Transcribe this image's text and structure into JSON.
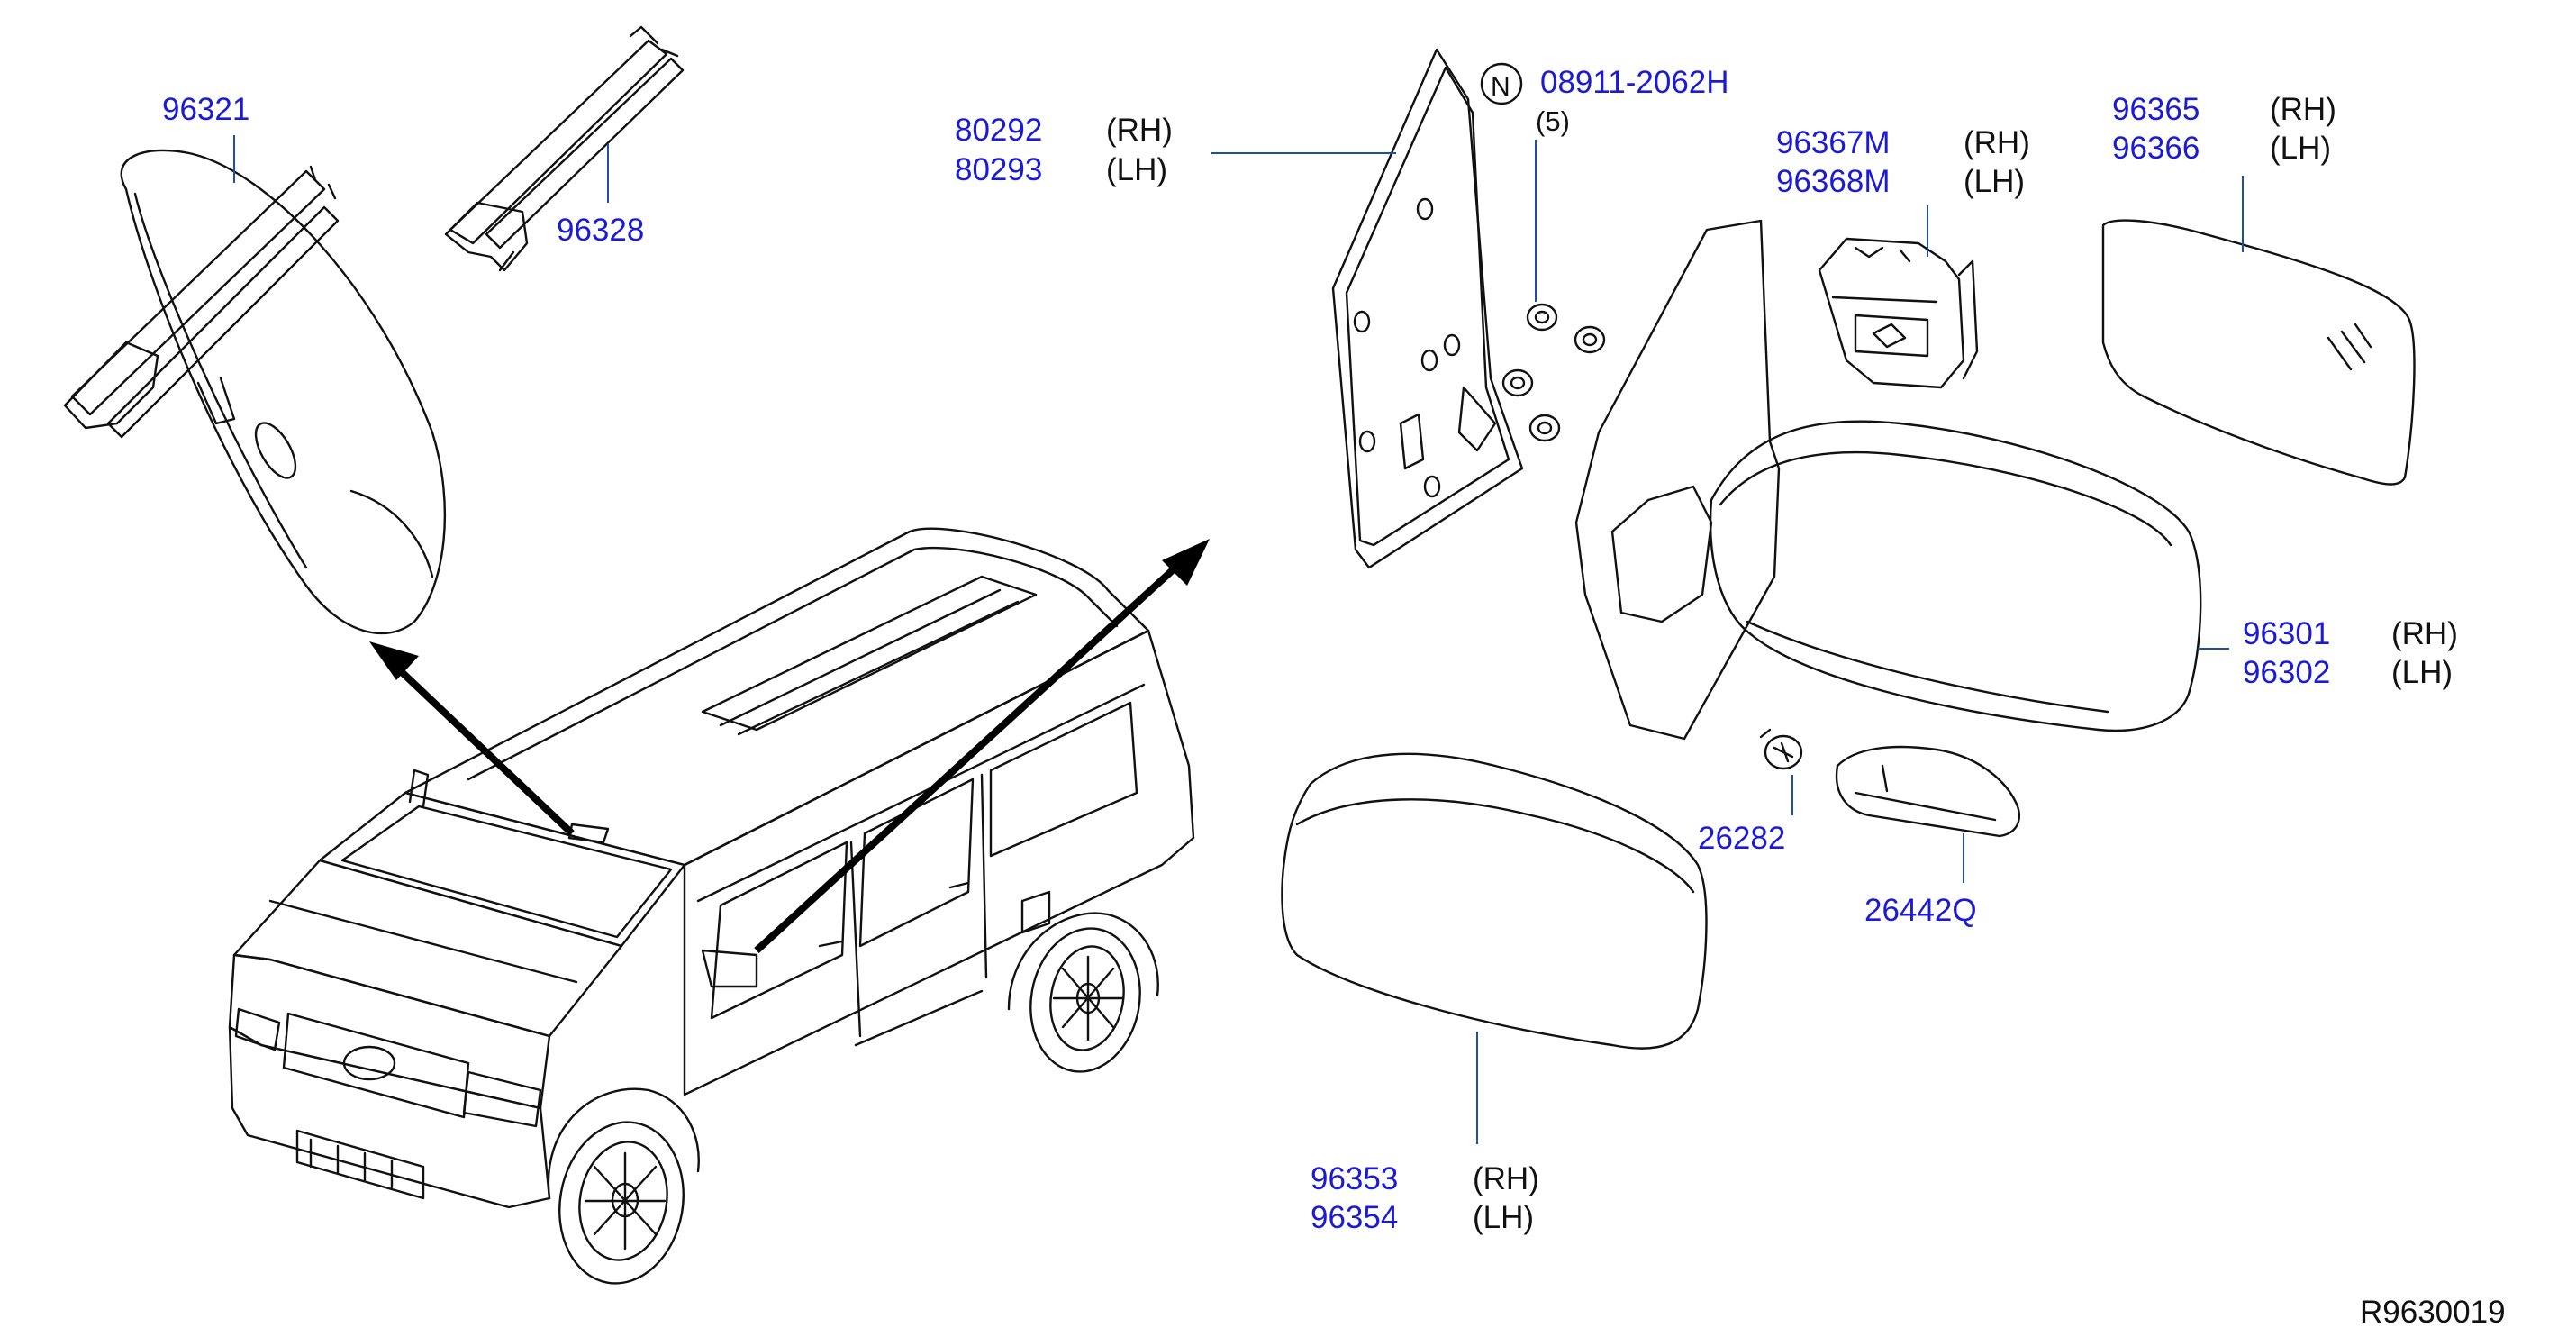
{
  "diagram": {
    "reference_code": "R9630019",
    "nut_symbol": "N",
    "callouts": {
      "inside_mirror": "96321",
      "mirror_bracket_cover": "96328",
      "nut_part": "08911-2062H",
      "nut_qty": "(5)",
      "finisher_rh": "80292",
      "finisher_rh_side": "(RH)",
      "finisher_lh": "80293",
      "finisher_lh_side": "(LH)",
      "actuator_rh": "96367M",
      "actuator_rh_side": "(RH)",
      "actuator_lh": "96368M",
      "actuator_lh_side": "(LH)",
      "glass_rh": "96365",
      "glass_rh_side": "(RH)",
      "glass_lh": "96366",
      "glass_lh_side": "(LH)",
      "mirror_rh": "96301",
      "mirror_rh_side": "(RH)",
      "mirror_lh": "96302",
      "mirror_lh_side": "(LH)",
      "bulb": "26282",
      "lamp": "26442Q",
      "cover_rh": "96353",
      "cover_rh_side": "(RH)",
      "cover_lh": "96354",
      "cover_lh_side": "(LH)"
    },
    "colors": {
      "part_number": "#1a1ad8",
      "leader_line": "#1d4fa8",
      "drawing": "#111111"
    }
  }
}
